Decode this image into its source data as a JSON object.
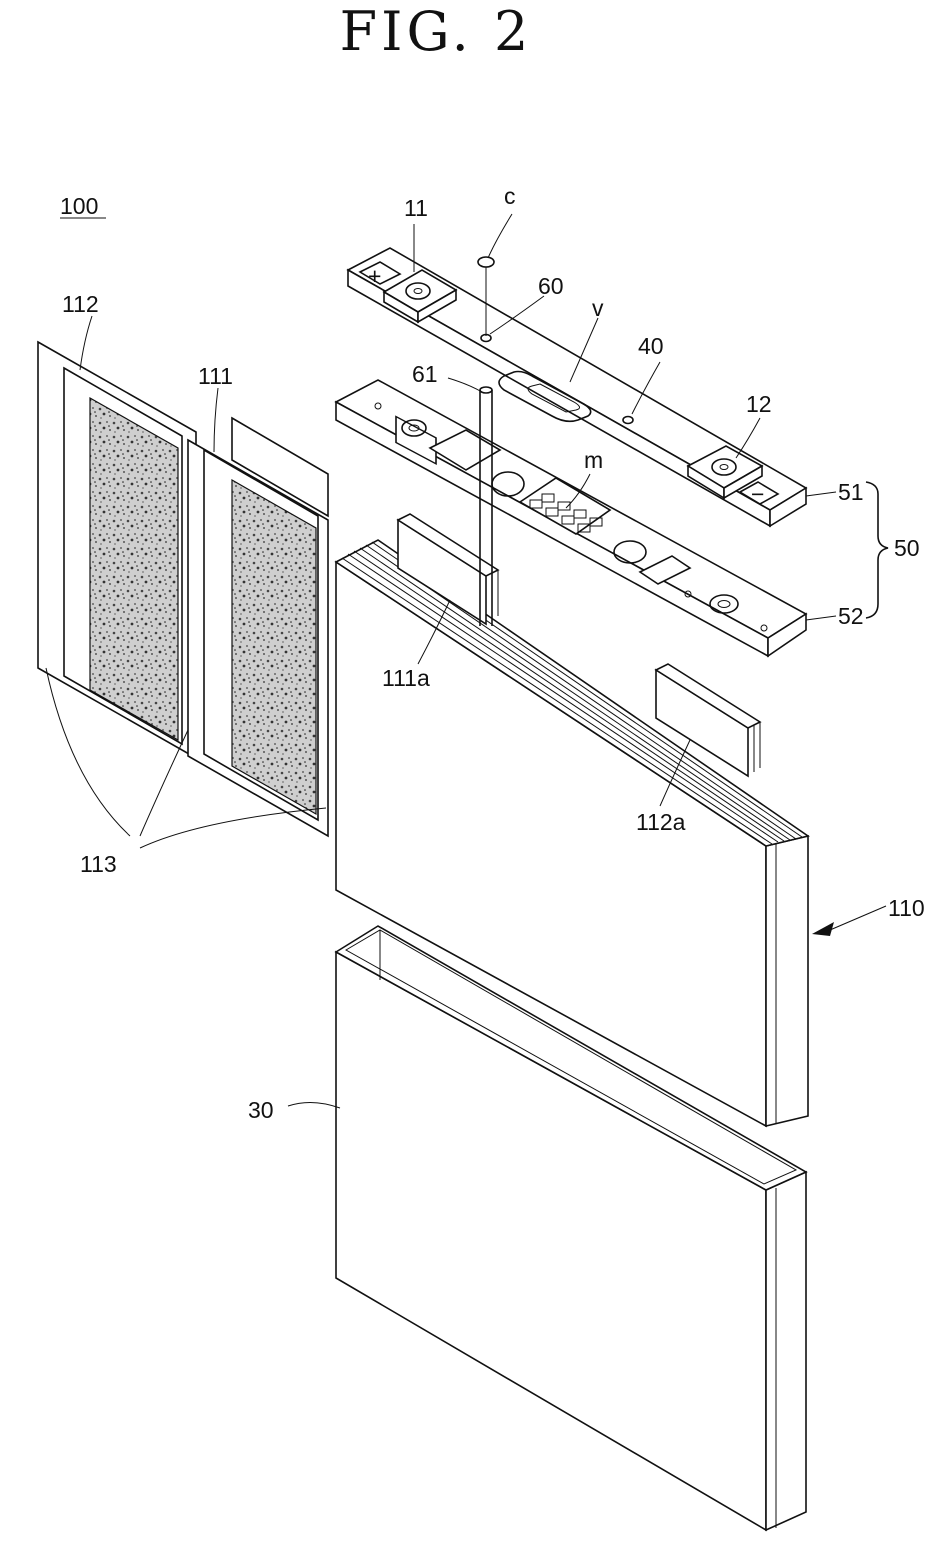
{
  "figure": {
    "title": "FIG. 2",
    "labels": {
      "ref_100": "100",
      "ref_112": "112",
      "ref_111": "111",
      "ref_113": "113",
      "ref_11": "11",
      "ref_c": "c",
      "ref_60": "60",
      "ref_v": "v",
      "ref_40": "40",
      "ref_61": "61",
      "ref_12": "12",
      "ref_m": "m",
      "ref_51": "51",
      "ref_50": "50",
      "ref_52": "52",
      "ref_111a": "111a",
      "ref_112a": "112a",
      "ref_110": "110",
      "ref_30": "30",
      "plus_symbol": "+",
      "minus_symbol": "−"
    }
  }
}
